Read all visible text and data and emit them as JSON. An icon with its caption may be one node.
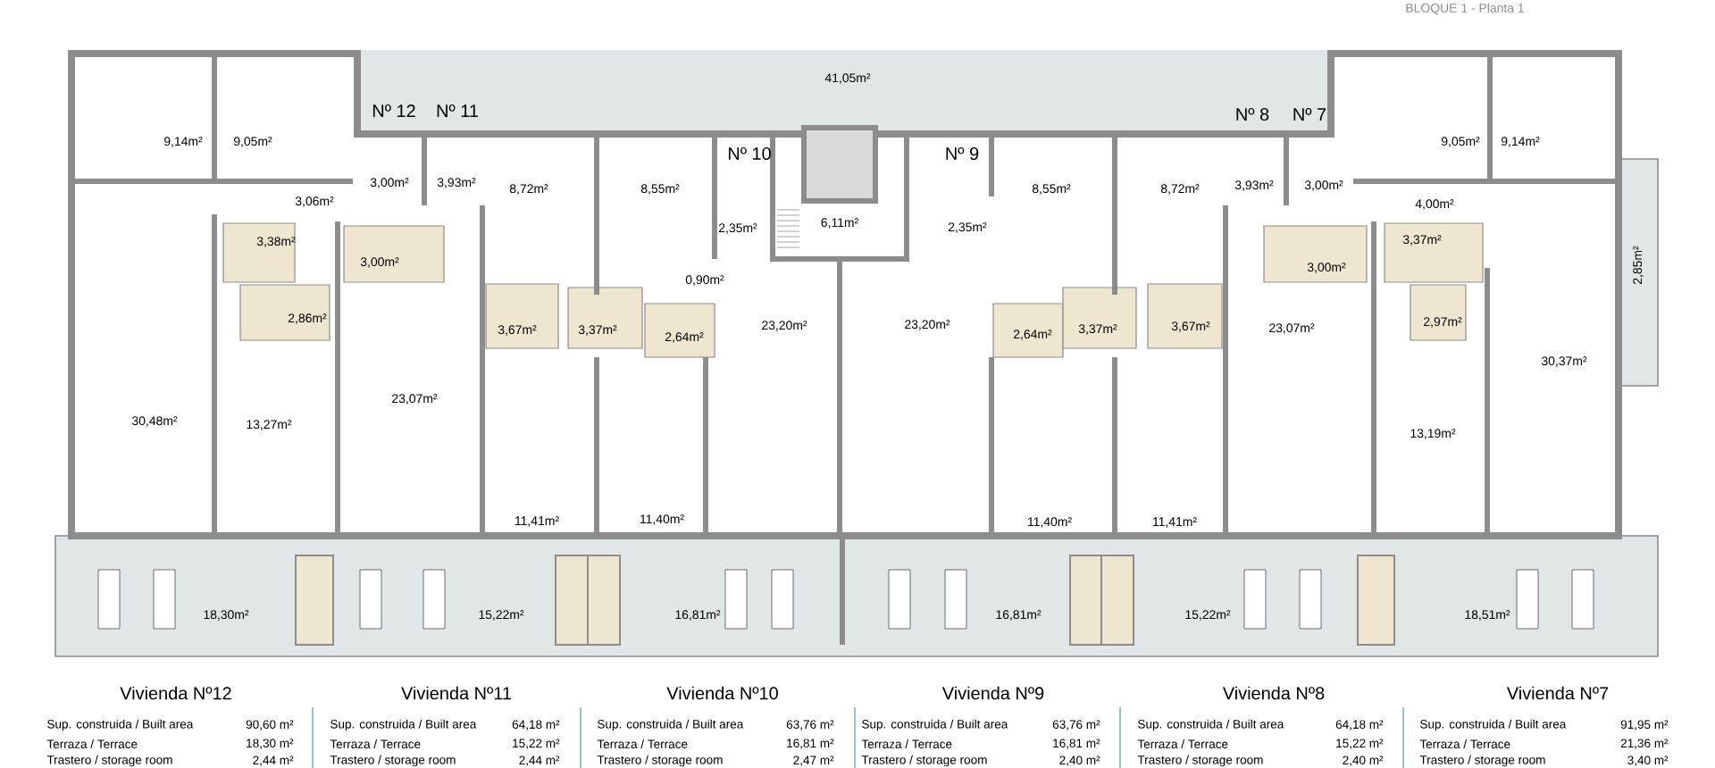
{
  "diagram": {
    "labels": [
      "BLOQUE 1 - Planta 1",
      "41,05m²",
      "Nº 12",
      "Nº 11",
      "Nº 8",
      "Nº 7",
      "9,14m²",
      "9,05m²",
      "9,05m²",
      "9,14m²",
      "Nº 10",
      "Nº 9",
      "3,00m²",
      "3,93m²",
      "8,72m²",
      "8,55m²",
      "8,55m²",
      "8,72m²",
      "3,93m²",
      "3,00m²",
      "3,06m²",
      "4,00m²",
      "2,35m²",
      "6,11m²",
      "2,35m²",
      "3,38m²",
      "3,37m²",
      "3,00m²",
      "3,00m²",
      "2,85m²",
      "0,90m²",
      "2,86m²",
      "3,67m²",
      "3,37m²",
      "2,64m²",
      "23,20m²",
      "23,20m²",
      "2,64m²",
      "3,37m²",
      "3,67m²",
      "23,07m²",
      "2,97m²",
      "30,37m²",
      "23,07m²",
      "30,48m²",
      "13,27m²",
      "13,19m²",
      "11,41m²",
      "11,40m²",
      "11,40m²",
      "11,41m²",
      "18,30m²",
      "15,22m²",
      "16,81m²",
      "16,81m²",
      "15,22m²",
      "18,51m²",
      "Vivienda Nº12",
      "Vivienda Nº11",
      "Vivienda Nº10",
      "Vivienda Nº9",
      "Vivienda Nº8",
      "Vivienda Nº7",
      "Sup. construida / Built area",
      "90,60 m²",
      "Sup. construida / Built area",
      "64,18 m²",
      "Sup. construida / Built area",
      "63,76 m²",
      "Sup. construida / Built area",
      "63,76 m²",
      "Sup. construida / Built area",
      "64,18 m²",
      "Sup. construida / Built area",
      "91,95 m²",
      "Terraza / Terrace",
      "18,30 m²",
      "Terraza / Terrace",
      "15,22 m²",
      "Terraza / Terrace",
      "16,81 m²",
      "Terraza / Terrace",
      "16,81 m²",
      "Terraza / Terrace",
      "15,22 m²",
      "Terraza / Terrace",
      "21,36 m²",
      "Trastero / storage room",
      "2,44 m²",
      "Trastero / storage room",
      "2,44 m²",
      "Trastero / storage room",
      "2,47 m²",
      "Trastero / storage room",
      "2,40 m²",
      "Trastero / storage room",
      "2,40 m²",
      "Trastero / storage room",
      "3,40 m²"
    ]
  }
}
